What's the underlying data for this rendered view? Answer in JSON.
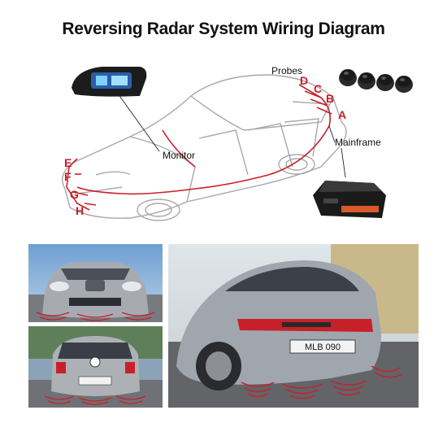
{
  "title": "Reversing Radar System Wiring Diagram",
  "labels": {
    "probes": "Probes",
    "monitor": "Monitor",
    "mainframe": "Mainframe"
  },
  "probe_letters_rear": [
    "A",
    "B",
    "C",
    "D"
  ],
  "probe_letters_front": [
    "E",
    "F",
    "G",
    "H"
  ],
  "plates": {
    "rear_sedan": "MLB 090"
  },
  "colors": {
    "sensor_wave": "#c8202a",
    "wire": "#c8202a",
    "car_outline": "#9a9a9a",
    "sky": "#7fa9d6",
    "road": "#6d6e72"
  },
  "icons": [
    "monitor-display-icon",
    "probe-sensor-icon",
    "mainframe-box-icon"
  ]
}
